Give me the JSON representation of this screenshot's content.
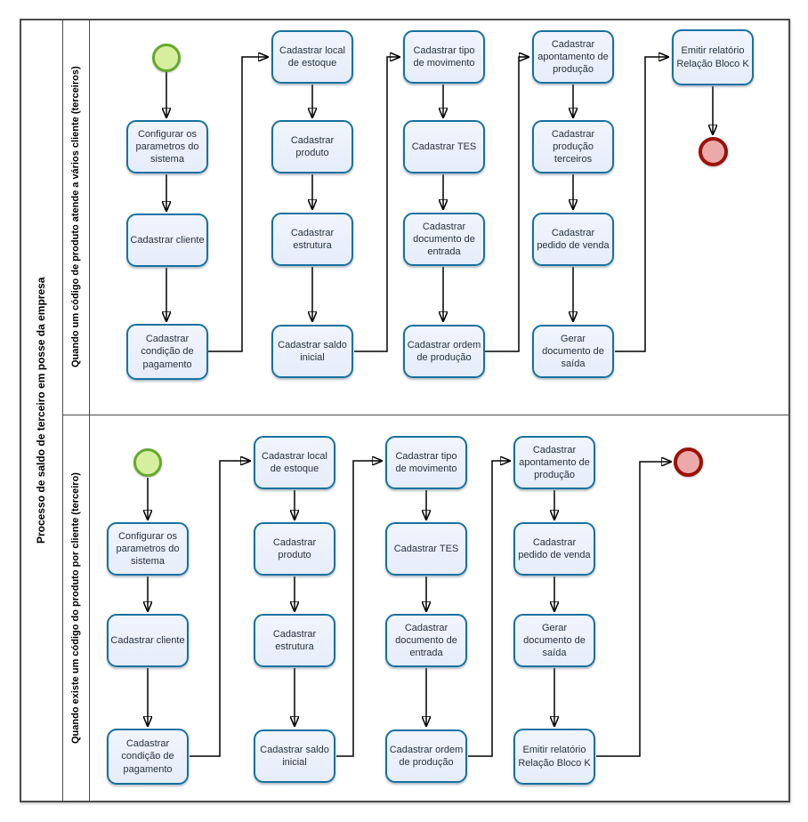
{
  "pool": {
    "title": "Processo de saldo de terceiro em posse da empresa"
  },
  "lanes": [
    {
      "label": "Quando um código de produto atende a vários cliente (terceiros)",
      "tasks": [
        "Configurar os parametros do sistema",
        "Cadastrar cliente",
        "Cadastrar condição de pagamento",
        "Cadastrar local de estoque",
        "Cadastrar produto",
        "Cadastrar estrutura",
        "Cadastrar saldo inicial",
        "Cadastrar tipo de movimento",
        "Cadastrar TES",
        "Cadastrar documento de entrada",
        "Cadastrar ordem de produção",
        "Cadastrar apontamento de produção",
        "Cadastrar produção terceiros",
        "Cadastrar pedido de venda",
        "Gerar documento de saída",
        "Emitir relatório Relação Bloco K"
      ]
    },
    {
      "label": "Quando existe um código do produto por cliente (terceiro)",
      "tasks": [
        "Configurar os parametros do sistema",
        "Cadastrar cliente",
        "Cadastrar condição de pagamento",
        "Cadastrar local de estoque",
        "Cadastrar produto",
        "Cadastrar estrutura",
        "Cadastrar saldo inicial",
        "Cadastrar tipo de movimento",
        "Cadastrar TES",
        "Cadastrar documento de entrada",
        "Cadastrar ordem de produção",
        "Cadastrar apontamento de produção",
        "Cadastrar pedido de venda",
        "Gerar documento de saída",
        "Emitir relatório Relação Bloco K"
      ]
    }
  ],
  "colors": {
    "task_fill": "#e9effb",
    "task_border": "#17719f",
    "start_event_fill": "#d6ef9e",
    "start_event_border": "#66a82d",
    "end_event_fill": "#eca9a9",
    "end_event_border": "#9c1006",
    "connector": "#000000",
    "lane_border": "#4a4a4a"
  }
}
